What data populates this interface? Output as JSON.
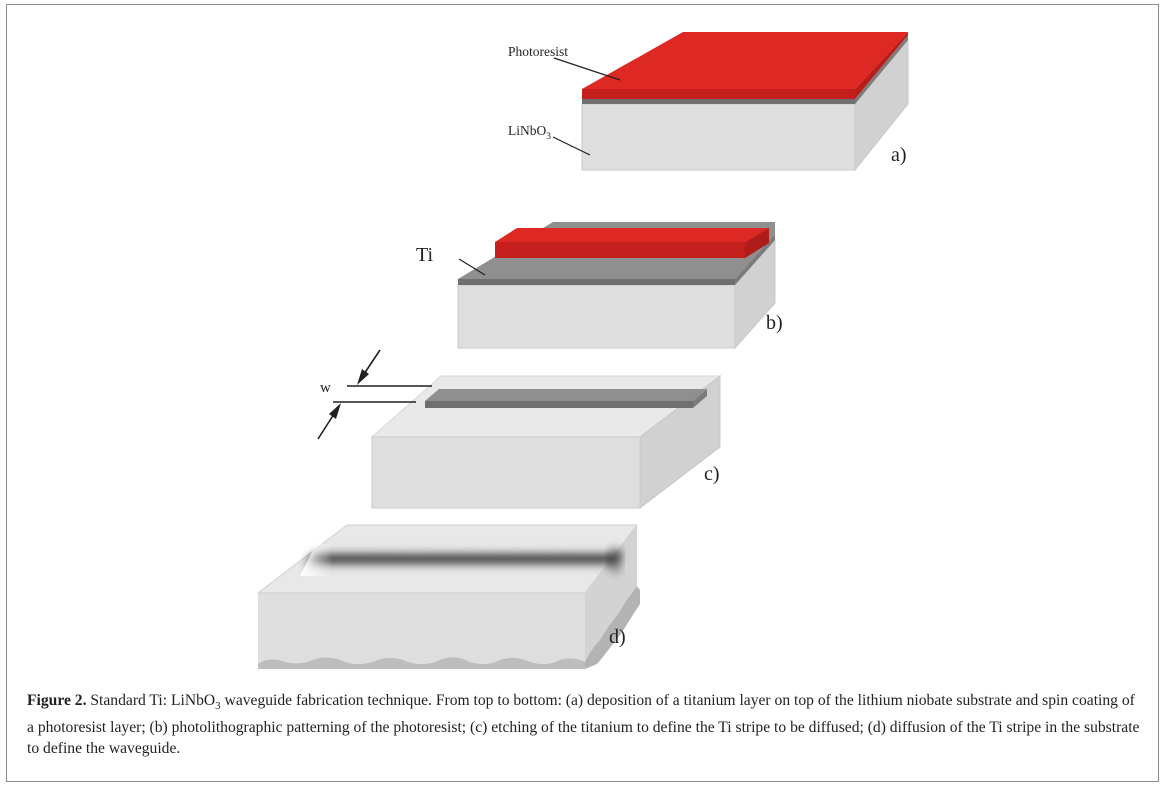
{
  "figure": {
    "panels": [
      {
        "id": "a",
        "label": "a)",
        "annotations": [
          {
            "text": "Photoresist"
          },
          {
            "text": "LiNbO",
            "subscript": "3"
          }
        ]
      },
      {
        "id": "b",
        "label": "b)",
        "annotations": [
          {
            "text": "Ti"
          }
        ]
      },
      {
        "id": "c",
        "label": "c)",
        "annotations": [
          {
            "text": "w"
          }
        ]
      },
      {
        "id": "d",
        "label": "d)",
        "annotations": []
      }
    ],
    "colors": {
      "photoresist_top": "#dd2823",
      "photoresist_front": "#c6201d",
      "titanium_top": "#8e8e8e",
      "titanium_front": "#6f6f6f",
      "substrate_top": "#e6e6e6",
      "substrate_front": "#dedede",
      "substrate_side": "#d3d3d3",
      "diffused_stripe": "#2e2e2e"
    }
  },
  "caption": {
    "label": "Figure 2.",
    "text_1": " Standard Ti: LiNbO",
    "sub": "3",
    "text_2": " waveguide fabrication technique. From top to bottom: (a) deposition of a titanium layer on top of the lithium niobate substrate and spin coating of a photoresist layer; (b) photolithographic patterning of the photoresist; (c) etching of the titanium to define the Ti stripe to be diffused; (d) diffusion of the Ti stripe in the substrate to define the waveguide."
  }
}
